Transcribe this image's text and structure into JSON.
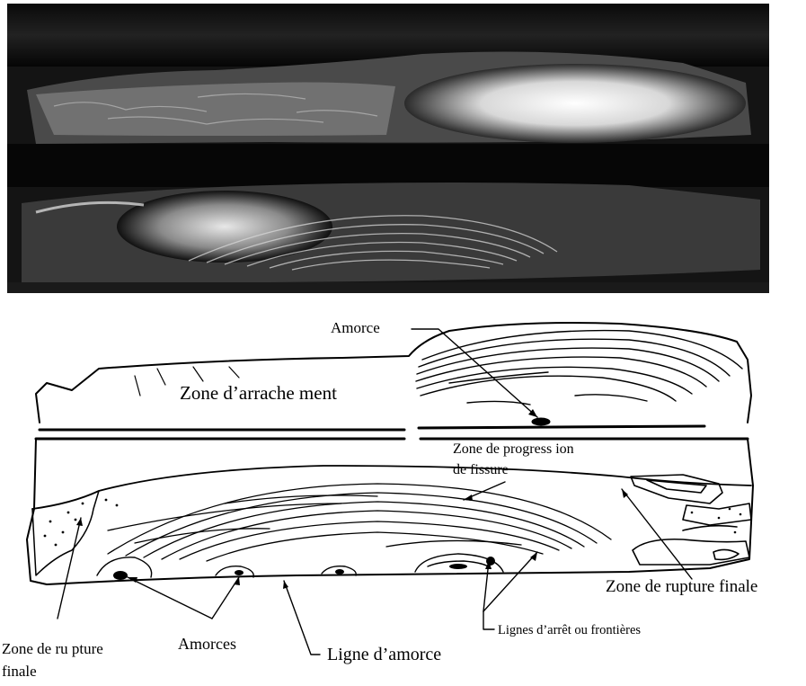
{
  "labels": {
    "amorce": "Amorce",
    "zone_arrachement": "Zone d’arrache ment",
    "zone_progression_line1": "Zone de progress ion",
    "zone_progression_line2": "de fissure",
    "zone_rupture_finale_right": "Zone de rupture finale",
    "lignes_arret": "Lignes d’arrêt ou frontières",
    "zone_rupture_finale_left_line1": "Zone de ru pture",
    "zone_rupture_finale_left_line2": "finale",
    "amorces": "Amorces",
    "ligne_amorce": "Ligne d’amorce"
  }
}
